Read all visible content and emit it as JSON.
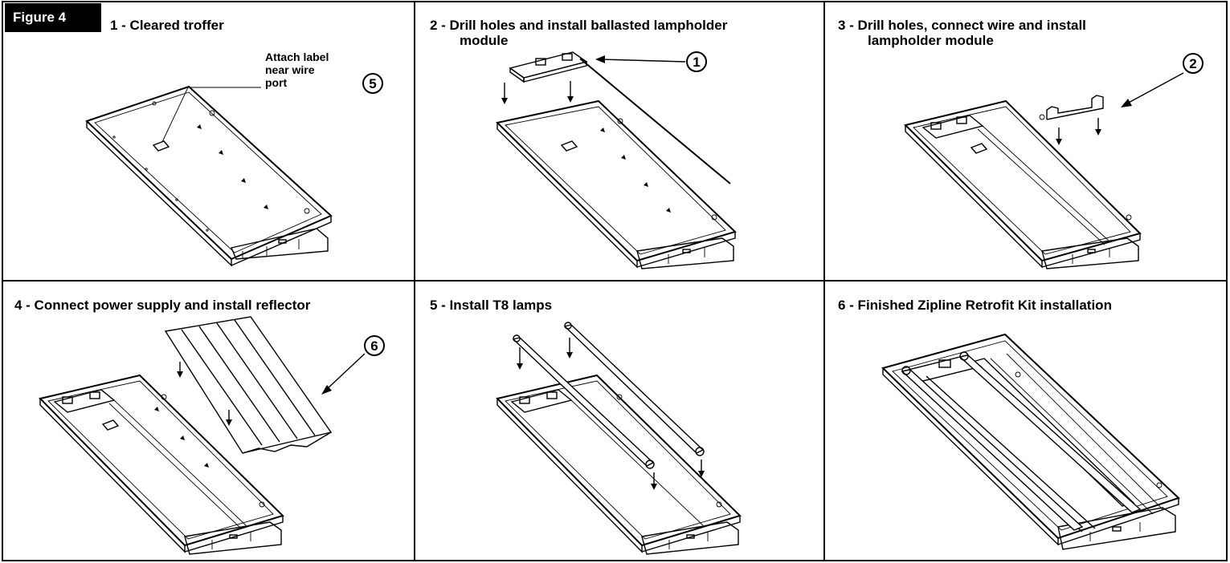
{
  "figure_label": "Figure 4",
  "panels": [
    {
      "title": "1 - Cleared troffer",
      "note": [
        "Attach label",
        "near wire",
        "port"
      ],
      "callout": "5"
    },
    {
      "title_lines": [
        "2 - Drill holes and install ballasted lampholder",
        "module"
      ],
      "callout": "1"
    },
    {
      "title_lines": [
        "3 - Drill holes, connect wire and install",
        "lampholder module"
      ],
      "callout": "2"
    },
    {
      "title": "4 - Connect power supply and install reflector",
      "callout": "6"
    },
    {
      "title": "5 - Install T8 lamps"
    },
    {
      "title": "6 - Finished Zipline Retrofit Kit installation"
    }
  ]
}
